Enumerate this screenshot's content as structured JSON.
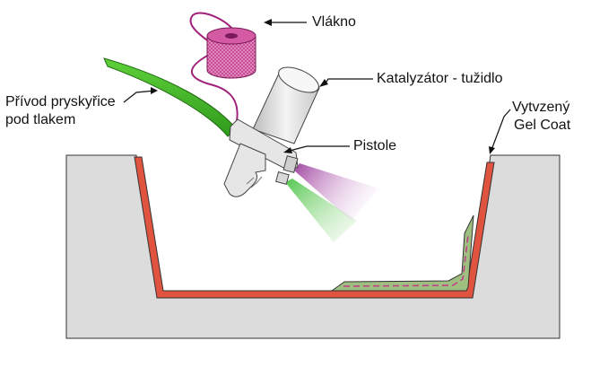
{
  "labels": {
    "fiber": "Vlákno",
    "catalyst": "Katalyzátor - tužidlo",
    "resin_line1": "Přívod pryskyřice",
    "resin_line2": "pod tlakem",
    "gun": "Pistole",
    "gelcoat_line1": "Vytvzený",
    "gelcoat_line2": "Gel Coat"
  },
  "colors": {
    "mold": "#dcdcdc",
    "gelcoat": "#e0533f",
    "laminate": "#9fbf80",
    "fiber_spool": "#c0408a",
    "fiber_strand": "#a0207a",
    "resin_hose": "#48b82a",
    "gun_body": "#e6e6e6",
    "resin_spray": "#6ccf5a",
    "fiber_spray": "#b05ab0"
  }
}
